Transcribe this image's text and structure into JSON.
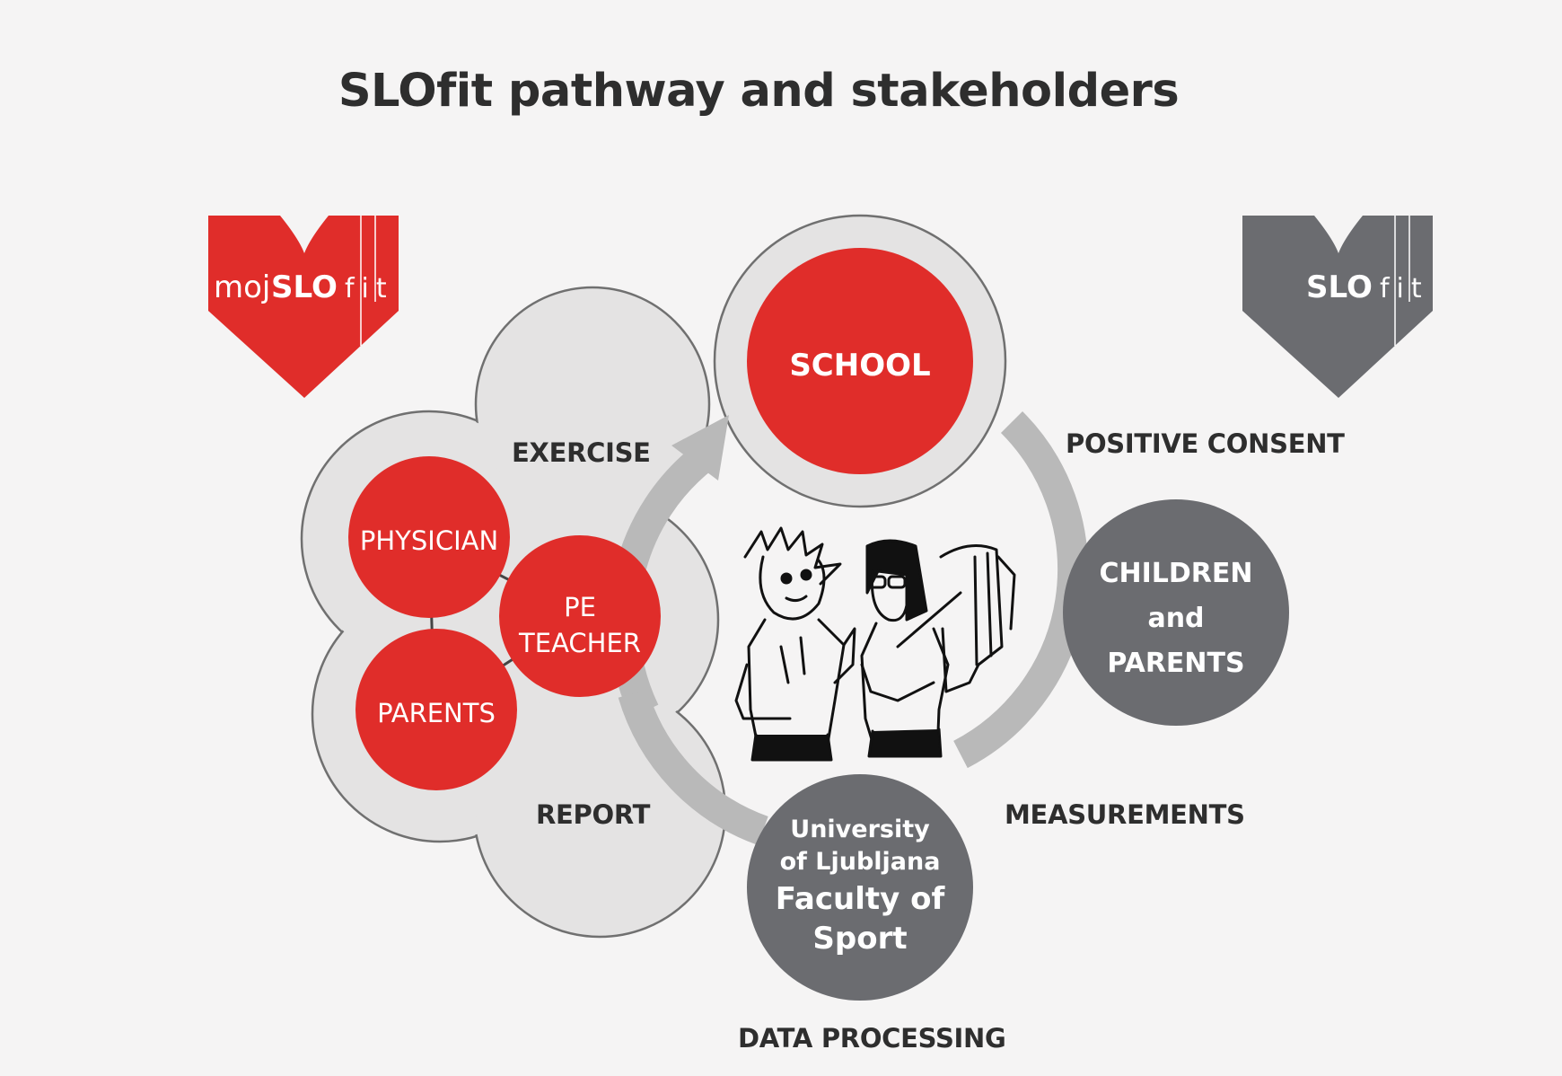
{
  "title": "SLOfit pathway and stakeholders",
  "colors": {
    "red": "#e02d2a",
    "dark_gray": "#6b6c70",
    "cloud_fill": "#e4e3e3",
    "cloud_stroke": "#707070",
    "ring": "#b9b9b9",
    "background": "#f5f4f4",
    "text": "#2e2e2e"
  },
  "logos": {
    "left": {
      "prefix": "moj",
      "bold": "SLO",
      "suffix": "fit",
      "color": "#e02d2a",
      "icon": "heart-icon"
    },
    "right": {
      "bold": "SLO",
      "suffix": "fit",
      "color": "#6b6c70",
      "icon": "heart-icon"
    }
  },
  "nodes": {
    "school": "SCHOOL",
    "physician": "PHYSICIAN",
    "pe_teacher": {
      "line1": "PE",
      "line2": "TEACHER"
    },
    "parents": "PARENTS",
    "children_parents": {
      "line1": "CHILDREN",
      "line2": "and",
      "line3": "PARENTS"
    },
    "university": {
      "line1": "University",
      "line2": "of Ljubljana",
      "line3": "Faculty of",
      "line4": "Sport"
    }
  },
  "labels": {
    "exercise": "EXERCISE",
    "report": "REPORT",
    "positive_consent": "POSITIVE CONSENT",
    "measurements": "MEASUREMENTS",
    "data_processing": "DATA PROCESSING"
  },
  "illustration": "children-cartoon-icon"
}
